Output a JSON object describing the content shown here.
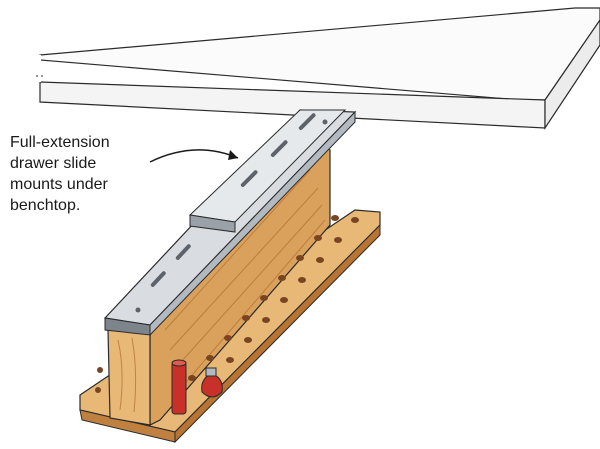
{
  "callout": {
    "lines": [
      "Full-extension",
      "drawer slide",
      "mounts under",
      "benchtop."
    ]
  },
  "colors": {
    "benchtop": "#fbfbfb",
    "wood_light": "#e8b877",
    "wood_mid": "#d9a15c",
    "wood_dark": "#c0803f",
    "wood_side": "#b87433",
    "metal_light": "#d9dde2",
    "metal_mid": "#b3b9c0",
    "metal_dark": "#7d848c",
    "outline": "#2b2b2b",
    "hole": "#7a4422",
    "router_bit_red": "#c8302a"
  }
}
